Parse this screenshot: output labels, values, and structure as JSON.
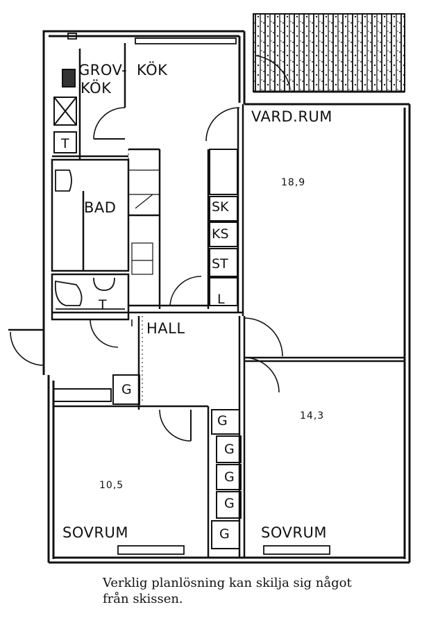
{
  "rooms": {
    "grovkok_line1": "GROV-",
    "grovkok_line2": "KÖK",
    "kok": "KÖK",
    "vardrum": "VARD.RUM",
    "bad": "BAD",
    "hall": "HALL",
    "sovrum_left": "SOVRUM",
    "sovrum_right": "SOVRUM"
  },
  "areas": {
    "vardrum": "18,9",
    "sovrum_right": "14,3",
    "sovrum_left": "10,5"
  },
  "fixtures": {
    "t_grovkok": "T",
    "t_wc": "T",
    "sk": "SK",
    "ks": "KS",
    "st": "ST",
    "l": "L",
    "g_hall": "G",
    "g_closets": [
      "G",
      "G",
      "G",
      "G",
      "G"
    ]
  },
  "caption": {
    "line1": "Verklig planlösning kan skilja sig något",
    "line2": "från skissen."
  }
}
